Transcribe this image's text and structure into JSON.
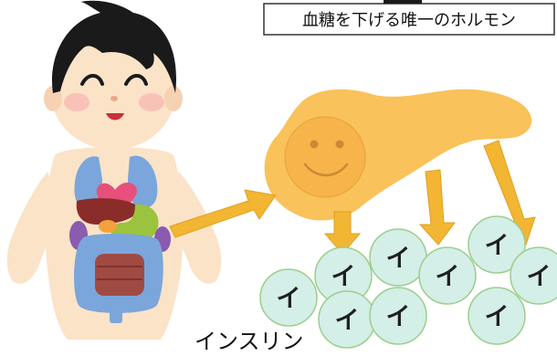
{
  "caption": "血糖を下げる唯一のホルモン",
  "insulin_label": "インスリン",
  "cell_glyph": "イ",
  "colors": {
    "skin": "#fbe3c8",
    "hair": "#1a1a1a",
    "pancreas": "#f9c25a",
    "face": "#f6b44a",
    "arrow": "#f2b632",
    "cell_fill": "#d4eee8",
    "cell_stroke": "#9bcf8a"
  }
}
